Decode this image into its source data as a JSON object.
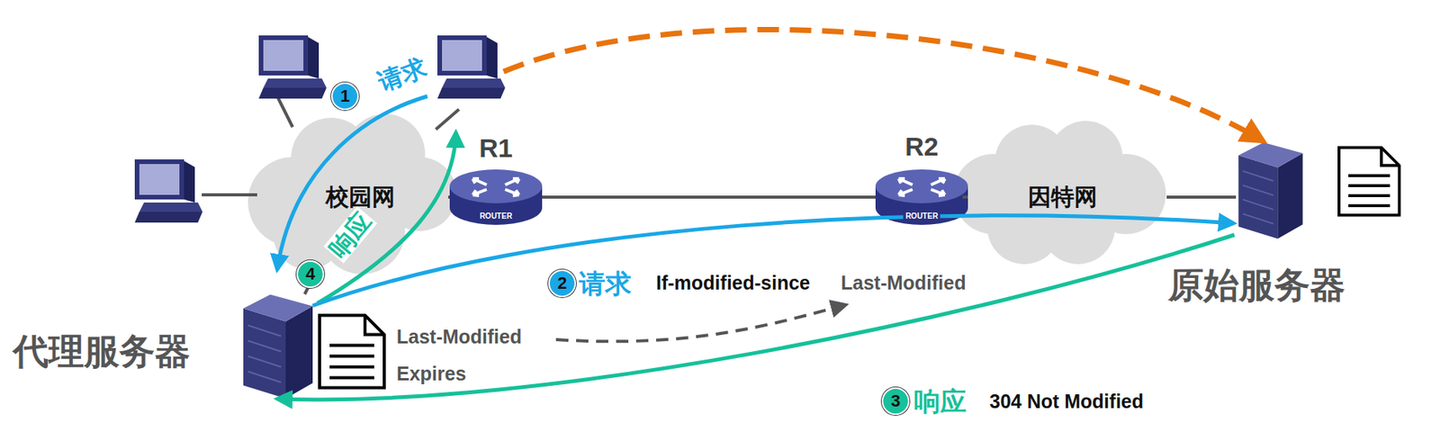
{
  "diagram": {
    "nodes": [
      {
        "text": [
          "代理服务器"
        ]
      },
      {
        "text": [
          "原始服务器"
        ]
      },
      {
        "text": [
          "校园网"
        ]
      },
      {
        "text": [
          "因特网"
        ]
      },
      {
        "text": [
          "R1",
          "ROUTER"
        ]
      },
      {
        "text": [
          "R2",
          "ROUTER"
        ]
      },
      {
        "text": [
          "Last-Modified",
          "Expires"
        ]
      }
    ],
    "edges": [
      {
        "from": 0,
        "to": 1,
        "arrow": "to"
      },
      {
        "from": 1,
        "to": 0,
        "arrow": "to"
      },
      {
        "from": 0,
        "to": 2,
        "arrow": "none"
      },
      {
        "from": 2,
        "to": 4,
        "arrow": "none"
      },
      {
        "from": 4,
        "to": 5,
        "arrow": "none"
      },
      {
        "from": 5,
        "to": 3,
        "arrow": "none"
      },
      {
        "from": 3,
        "to": 1,
        "arrow": "none"
      }
    ],
    "labels": [
      "1",
      "请求",
      "4",
      "响应",
      "2",
      "请求",
      "If-modified-since",
      "Last-Modified",
      "3",
      "响应",
      "304 Not Modified"
    ]
  }
}
